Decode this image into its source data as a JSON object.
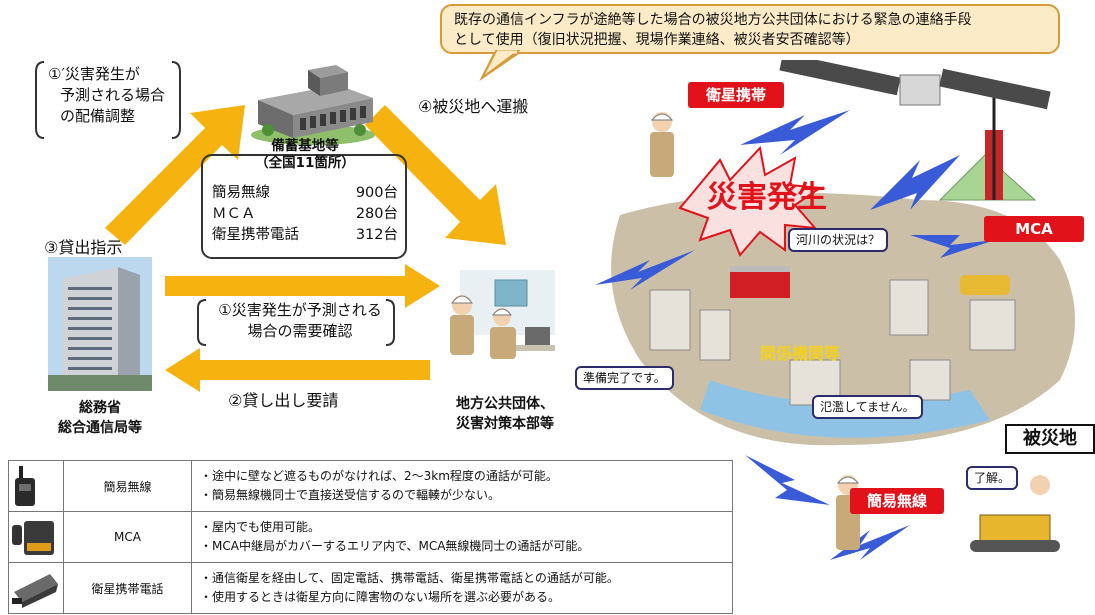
{
  "callout": {
    "line1": "既存の通信インフラが途絶等した場合の被災地方公共団体における緊急の連絡手段",
    "line2": "として使用（復旧状況把握、現場作業連絡、被災者安否確認等）"
  },
  "steps": {
    "s1prime": [
      "①′災害発生が",
      "予測される場合",
      "の配備調整"
    ],
    "s4": "④被災地へ運搬",
    "s3": "③貸出指示",
    "s1": [
      "①災害発生が予測される",
      "場合の需要確認"
    ],
    "s2": "②貸し出し要請"
  },
  "depot": {
    "title": "備蓄基地等",
    "subtitle": "（全国11箇所）",
    "items": [
      {
        "name": "簡易無線",
        "count": "900台"
      },
      {
        "name": "ＭＣＡ",
        "count": "280台"
      },
      {
        "name": "衛星携帯電話",
        "count": "312台"
      }
    ]
  },
  "ministry": {
    "line1": "総務省",
    "line2": "総合通信局等"
  },
  "local_gov": {
    "line1": "地方公共団体、",
    "line2": "災害対策本部等"
  },
  "scene": {
    "satellite_badge": "衛星携帯",
    "disaster_label": "災害発生",
    "mca_badge": "MCA",
    "bubble_river": "河川の状況は？",
    "related_agencies": "関係機関等",
    "bubble_ready": "準備完了です。",
    "bubble_flood": "氾濫してません。",
    "area_label": "被災地",
    "radio_badge": "簡易無線",
    "bubble_ok": "了解。"
  },
  "equipment": [
    {
      "name": "簡易無線",
      "icon": "handheld-radio-icon",
      "desc": [
        "・途中に壁など遮るものがなければ、2～3km程度の通話が可能。",
        "・簡易無線機同士で直接送受信するので輻輳が少ない。"
      ]
    },
    {
      "name": "MCA",
      "icon": "mca-radio-icon",
      "desc": [
        "・屋内でも使用可能。",
        "・MCA中継局がカバーするエリア内で、MCA無線機同士の通話が可能。"
      ]
    },
    {
      "name": "衛星携帯電話",
      "icon": "satellite-phone-icon",
      "desc": [
        "・通信衛星を経由して、固定電話、携帯電話、衛星携帯電話との通話が可能。",
        "・使用するときは衛星方向に障害物のない場所を選ぶ必要がある。"
      ]
    }
  ],
  "colors": {
    "arrow": "#f6b30f",
    "badge_red": "#e2121b",
    "lightning": "#3a5bd8",
    "callout_bg": "#fcebc7"
  }
}
